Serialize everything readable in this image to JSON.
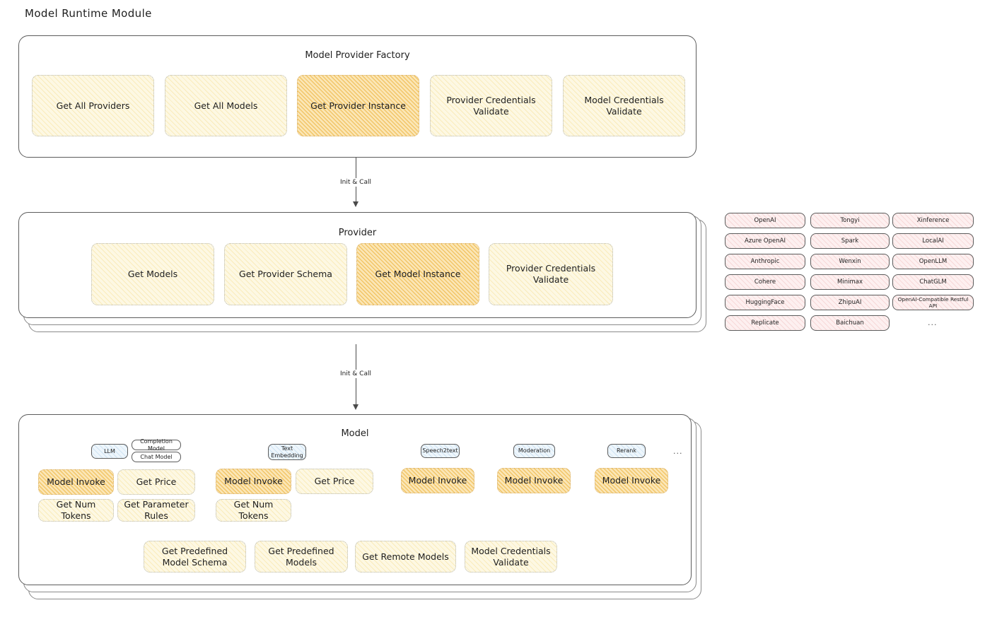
{
  "page": {
    "title": "Model Runtime Module"
  },
  "factory": {
    "title": "Model Provider Factory",
    "items": [
      {
        "label": "Get All Providers",
        "style": "cream"
      },
      {
        "label": "Get All Models",
        "style": "cream"
      },
      {
        "label": "Get Provider Instance",
        "style": "orange"
      },
      {
        "label": "Provider Credentials Validate",
        "style": "cream"
      },
      {
        "label": "Model Credentials Validate",
        "style": "cream"
      }
    ]
  },
  "arrows": [
    {
      "label": "Init & Call"
    },
    {
      "label": "Init & Call"
    }
  ],
  "provider": {
    "title": "Provider",
    "items": [
      {
        "label": "Get Models",
        "style": "cream"
      },
      {
        "label": "Get Provider Schema",
        "style": "cream"
      },
      {
        "label": "Get Model Instance",
        "style": "orange"
      },
      {
        "label": "Provider Credentials Validate",
        "style": "cream"
      }
    ]
  },
  "provider_list": {
    "columns": [
      [
        "OpenAI",
        "Azure OpenAI",
        "Anthropic",
        "Cohere",
        "HuggingFace",
        "Replicate"
      ],
      [
        "Tongyi",
        "Spark",
        "Wenxin",
        "Minimax",
        "ZhipuAI",
        "Baichuan"
      ],
      [
        "Xinference",
        "LocalAI",
        "OpenLLM",
        "ChatGLM",
        "OpenAI-Compatible Restful API"
      ]
    ],
    "more": "..."
  },
  "model": {
    "title": "Model",
    "more": "...",
    "types": [
      {
        "name": "LLM",
        "subtypes": [
          "Completion Model",
          "Chat Model"
        ],
        "methods": [
          {
            "label": "Model Invoke",
            "style": "orange"
          },
          {
            "label": "Get Price",
            "style": "cream"
          },
          {
            "label": "Get Num Tokens",
            "style": "cream"
          },
          {
            "label": "Get Parameter Rules",
            "style": "cream"
          }
        ]
      },
      {
        "name": "Text Embedding",
        "subtypes": [],
        "methods": [
          {
            "label": "Model Invoke",
            "style": "orange"
          },
          {
            "label": "Get Price",
            "style": "cream"
          },
          {
            "label": "Get Num Tokens",
            "style": "cream"
          }
        ]
      },
      {
        "name": "Speech2text",
        "subtypes": [],
        "methods": [
          {
            "label": "Model Invoke",
            "style": "orange"
          }
        ]
      },
      {
        "name": "Moderation",
        "subtypes": [],
        "methods": [
          {
            "label": "Model Invoke",
            "style": "orange"
          }
        ]
      },
      {
        "name": "Rerank",
        "subtypes": [],
        "methods": [
          {
            "label": "Model Invoke",
            "style": "orange"
          }
        ]
      }
    ],
    "shared_methods": [
      {
        "label": "Get Predefined Model Schema",
        "style": "cream"
      },
      {
        "label": "Get Predefined Models",
        "style": "cream"
      },
      {
        "label": "Get Remote Models",
        "style": "cream"
      },
      {
        "label": "Model Credentials Validate",
        "style": "cream"
      }
    ]
  },
  "colors": {
    "cream_fill": "#fdf8e3",
    "orange_fill": "#fbe6b6",
    "pink_fill": "#fdf0f0",
    "blue_fill": "#eef6fc",
    "stroke": "#5c5c5c",
    "text": "#1e1e1e"
  }
}
